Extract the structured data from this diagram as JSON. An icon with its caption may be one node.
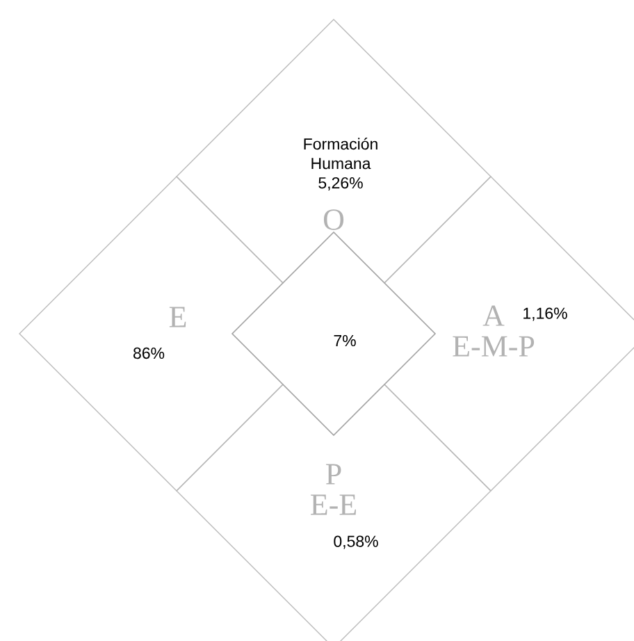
{
  "diagram": {
    "nodes": [
      {
        "text": [
          "Formación Humana 5,26%",
          "O"
        ]
      },
      {
        "text": [
          "E",
          "86%"
        ]
      },
      {
        "text": [
          "7%"
        ]
      },
      {
        "text": [
          "A E-M-P",
          "1,16%"
        ]
      },
      {
        "text": [
          "P E-E",
          "0,58%"
        ]
      }
    ]
  }
}
